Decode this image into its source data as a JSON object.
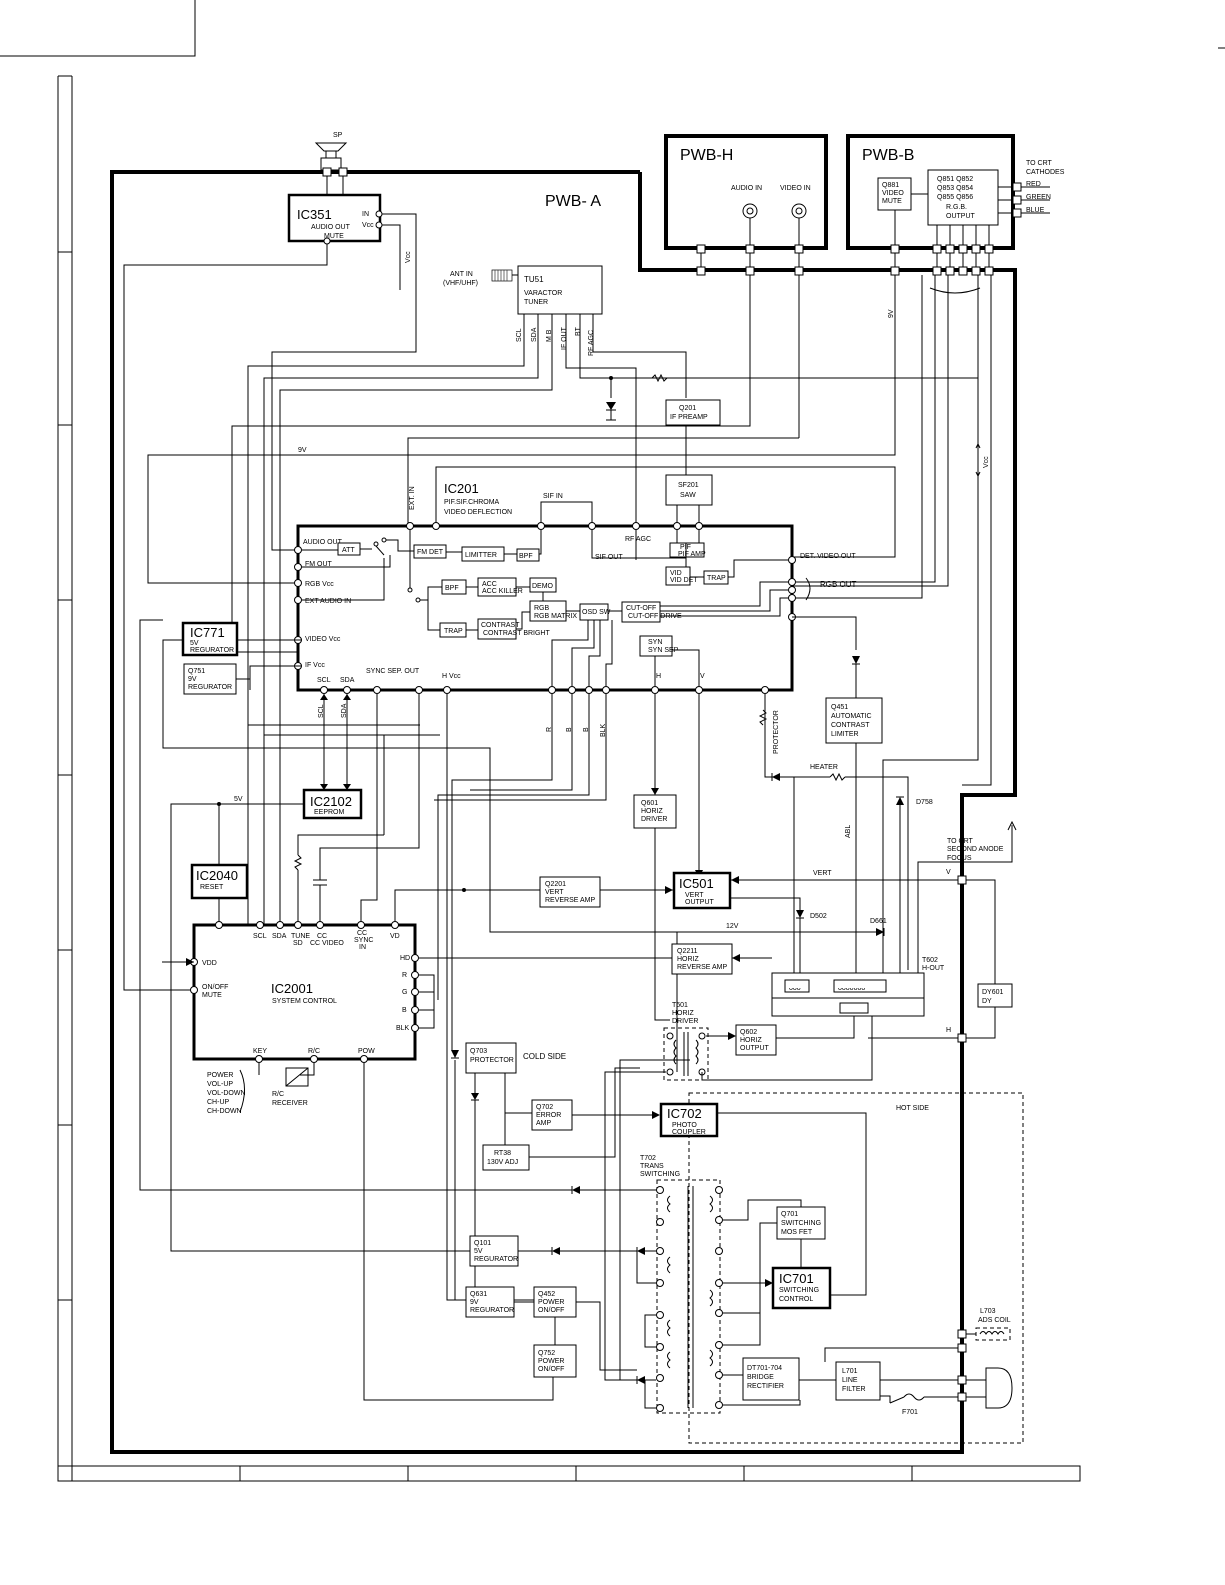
{
  "boards": {
    "a": "PWB- A",
    "h": "PWB-H",
    "b": "PWB-B"
  },
  "pwb_h": {
    "audio_in": "AUDIO IN",
    "video_in": "VIDEO IN"
  },
  "pwb_b": {
    "q881": [
      "Q881",
      "VIDEO",
      "MUTE"
    ],
    "q851": [
      "Q851 Q852",
      "Q853 Q854",
      "Q855 Q856",
      "R.G.B.",
      "OUTPUT"
    ],
    "crt": [
      "TO CRT",
      "CATHODES"
    ],
    "red": "RED",
    "green": "GREEN",
    "blue": "BLUE"
  },
  "sp": "SP",
  "ic351": {
    "name": "IC351",
    "sub": "AUDIO OUT",
    "mute": "MUTE",
    "in": "IN",
    "vcc": "Vcc",
    "vcc_side": "Vcc"
  },
  "tu51": {
    "name": "TU51",
    "l1": "VARACTOR",
    "l2": "TUNER",
    "ant": [
      "ANT IN",
      "(VHF/UHF)"
    ],
    "pins": [
      "SCL",
      "SDA",
      "M B",
      "IF OUT",
      "BT",
      "RF AGC"
    ]
  },
  "q201": [
    "Q201",
    "IF PREAMP"
  ],
  "sf201": [
    "SF201",
    "SAW"
  ],
  "ic201": {
    "name": "IC201",
    "sub": [
      "PIF.SIF.CHROMA",
      "VIDEO DEFLECTION"
    ],
    "ext_in": "EXT. IN",
    "sif_in": "SIF IN",
    "sif_out": "SIF OUT",
    "rf_agc": "RF AGC",
    "left_pins": [
      "AUDIO OUT",
      "FM OUT",
      "RGB Vcc",
      "EXT AUDIO IN",
      "VIDEO Vcc",
      "IF Vcc"
    ],
    "bottom_pins": [
      "SCL",
      "SDA",
      "SYNC SEP. OUT",
      "H Vcc",
      "H",
      "V",
      "PROTECTOR"
    ],
    "det_video_out": "DET. VIDEO OUT",
    "rgb_out": "RGB OUT",
    "blocks": [
      "ATT",
      "FM DET",
      "LIMITTER",
      "BPF",
      "BPF",
      "ACC KILLER",
      "DEMO",
      "RGB MATRIX",
      "OSD SW",
      "CUT-OFF DRIVE",
      "TRAP",
      "CONTRAST BRIGHT",
      "SYN SEP",
      "PIF AMP",
      "VID DET",
      "TRAP"
    ]
  },
  "nine_v": "9V",
  "nine_v_top": "9V",
  "vcc_right": "Vcc",
  "ic771": [
    "IC771",
    "5V",
    "REGURATOR"
  ],
  "q751": [
    "Q751",
    "9V",
    "REGURATOR"
  ],
  "rgbblk": [
    "R",
    "B",
    "B",
    "BLK"
  ],
  "scl_sda": [
    "SCL",
    "SDA"
  ],
  "ic2102": [
    "IC2102",
    "EEPROM"
  ],
  "five_v": "5V",
  "ic2040": [
    "IC2040",
    "RESET"
  ],
  "q601": [
    "Q601",
    "HORIZ",
    "DRIVER"
  ],
  "q451": [
    "Q451",
    "AUTOMATIC",
    "CONTRAST",
    "LIMITER"
  ],
  "heater": "HEATER",
  "abl": "ABL",
  "d758": "D758",
  "crt_anode": [
    "TO CRT",
    "SECOND ANODE",
    "FOCUS"
  ],
  "vert": "VERT",
  "ic501": [
    "IC501",
    "VERT",
    "OUTPUT"
  ],
  "q2201": [
    "Q2201",
    "VERT",
    "REVERSE AMP"
  ],
  "d502": "D502",
  "d661": "D661",
  "twelve_v": "12V",
  "q2211": [
    "Q2211",
    "HORIZ",
    "REVERSE AMP"
  ],
  "t602": [
    "T602",
    "H-OUT"
  ],
  "dy601": [
    "DY601",
    "DY"
  ],
  "v_label": "V",
  "h_label": "H",
  "ic2001": {
    "name": "IC2001",
    "sub": "SYSTEM CONTROL",
    "top_pins": [
      "SCL",
      "SDA",
      "TUNE SD",
      "CC VIDEO",
      "CC SYNC IN",
      "VD"
    ],
    "left_pins": [
      "VDD",
      "ON/OFF MUTE"
    ],
    "right_pins": [
      "HD",
      "R",
      "G",
      "B",
      "BLK"
    ],
    "bottom_pins": [
      "KEY",
      "R/C",
      "POW"
    ]
  },
  "keys": [
    "POWER",
    "VOL-UP",
    "VOL-DOWN",
    "CH-UP",
    "CH-DOWN"
  ],
  "rc": [
    "R/C",
    "RECEIVER"
  ],
  "t601": [
    "T601",
    "HORIZ",
    "DRIVER"
  ],
  "q602": [
    "Q602",
    "HORIZ",
    "OUTPUT"
  ],
  "q703": [
    "Q703",
    "PROTECTOR"
  ],
  "cold_side": "COLD SIDE",
  "hot_side": "HOT SIDE",
  "q702": [
    "Q702",
    "ERROR",
    "AMP"
  ],
  "ic702": [
    "IC702",
    "PHOTO",
    "COUPLER"
  ],
  "rt38": [
    "RT38",
    "130V ADJ"
  ],
  "t702": [
    "T702",
    "TRANS",
    "SWITCHING"
  ],
  "q701": [
    "Q701",
    "SWITCHING",
    "MOS FET"
  ],
  "ic701": [
    "IC701",
    "SWITCHING",
    "CONTROL"
  ],
  "q101": [
    "Q101",
    "5V",
    "REGURATOR"
  ],
  "q631": [
    "Q631",
    "9V",
    "REGURATOR"
  ],
  "q452": [
    "Q452",
    "POWER",
    "ON/OFF"
  ],
  "q752": [
    "Q752",
    "POWER",
    "ON/OFF"
  ],
  "l703": [
    "L703",
    "ADS COIL"
  ],
  "dt701": [
    "DT701-704",
    "BRIDGE",
    "RECTIFIER"
  ],
  "l701": [
    "L701",
    "LINE",
    "FILTER"
  ],
  "f701": "F701"
}
